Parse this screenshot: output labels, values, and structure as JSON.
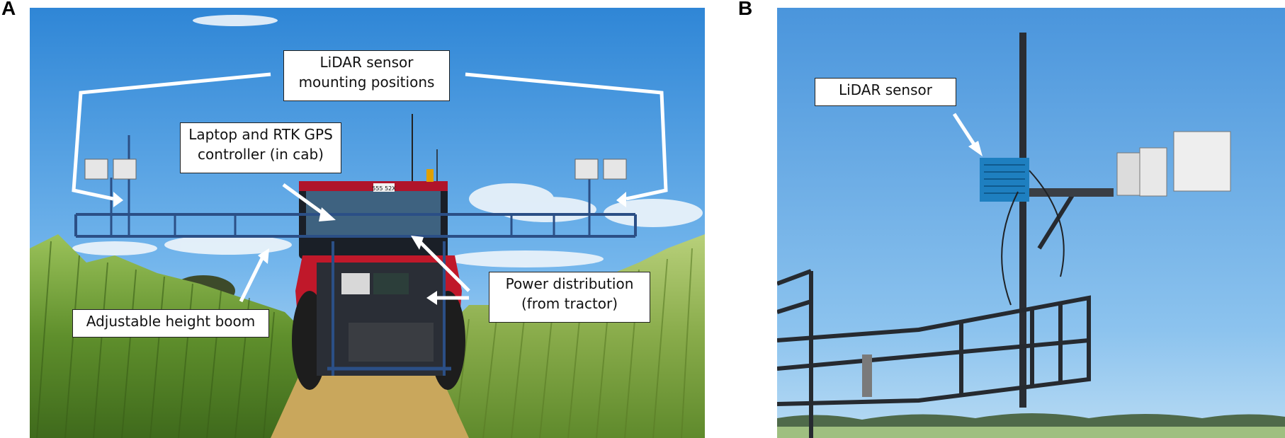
{
  "panels": [
    {
      "letter": "A",
      "callouts": {
        "mounting": {
          "line1": "LiDAR sensor",
          "line2": "mounting positions"
        },
        "laptop": {
          "line1": "Laptop and RTK GPS",
          "line2": "controller (in cab)"
        },
        "power": {
          "line1": "Power distribution",
          "line2": "(from tractor)"
        },
        "boom": {
          "line1": "Adjustable height boom"
        }
      },
      "plate_text": "555 52X"
    },
    {
      "letter": "B",
      "callouts": {
        "sensor": {
          "line1": "LiDAR sensor"
        }
      }
    }
  ],
  "colors": {
    "sky_top": "#3f8fd8",
    "sky_bottom": "#a8d2f2",
    "tractor_red": "#c0182a",
    "frame_blue": "#2b4f86",
    "crop_green": "#7aa83a",
    "lidar_blue": "#1e7fc0"
  }
}
